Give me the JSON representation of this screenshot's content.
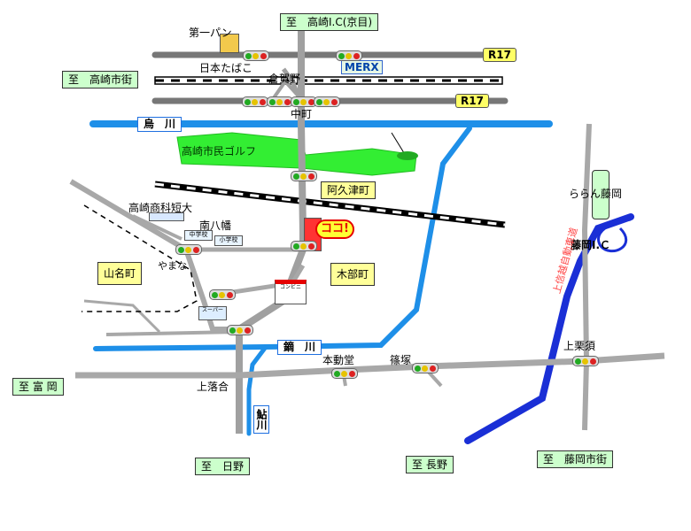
{
  "destinations": {
    "top": "至　高崎I.C(京目)",
    "left_top": "至　高崎市街",
    "left_bottom": "至 富 岡",
    "bottom1": "至　日野",
    "bottom2": "至 長野",
    "bottom_right": "至　藤岡市街"
  },
  "routes": {
    "r17_a": "R17",
    "r17_b": "R17"
  },
  "rivers": {
    "karasu": "烏　川",
    "kabura": "鏑　川",
    "ayu": "鮎川"
  },
  "places": {
    "daiichi_pan": "第一パン",
    "nihon_tabako": "日本たばこ",
    "kuragano": "倉賀野",
    "merx": "MERX",
    "nakamachi": "中町",
    "golf": "高崎市民ゴルフ",
    "akutsu": "阿久津町",
    "shoka": "高崎商科短大",
    "minami_yawata": "南八幡",
    "school1": "中学校",
    "school2": "小学校",
    "koko": "ココ!",
    "yamana_town": "山名町",
    "yamana": "やまな",
    "kibe": "木部町",
    "convenience": "コンビニ",
    "super": "スーパー",
    "kamiochiai": "上落合",
    "hondogo": "本動堂",
    "shinozuka": "篠塚",
    "kamikurisu": "上栗須",
    "rarara_fujioka": "ららん藤岡",
    "fujioka_ic": "藤岡I.Ｃ",
    "expressway": "上信越自動車道"
  },
  "colors": {
    "river": "#1e8fe8",
    "expressway": "#1a2fd6",
    "road_major": "#777777",
    "road_minor": "#a8a8a8",
    "golf": "#33ee33",
    "dest_box": "#ccffcc",
    "area_box": "#ffff99"
  }
}
